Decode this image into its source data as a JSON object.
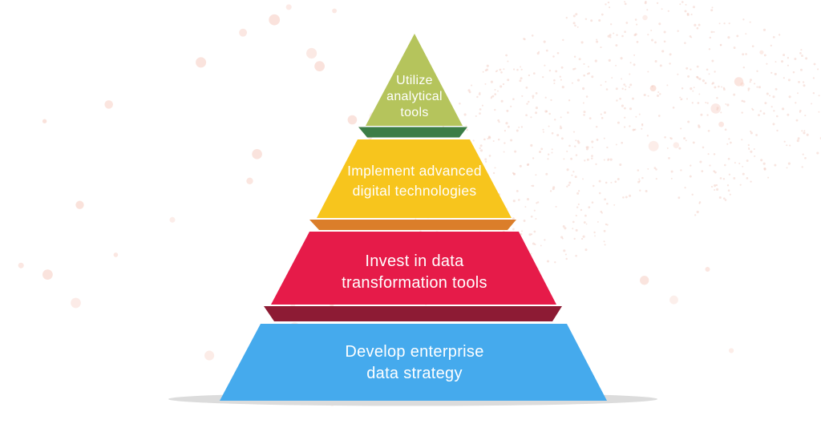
{
  "page": {
    "background_color": "#ffffff"
  },
  "decor": {
    "dot_color": "#f6c9bd",
    "swirl_dot_color": "#f3cfc6",
    "shadow_color": "#dcdcdc"
  },
  "pyramid": {
    "levels": [
      {
        "position": "top",
        "label": "Utilize\nanalytical\ntools",
        "face_color": "#b5c45c",
        "edge_color": "#3c7d46"
      },
      {
        "position": "second",
        "label": "Implement advanced\ndigital technologies",
        "face_color": "#f7c51d",
        "edge_color": "#db7e2a"
      },
      {
        "position": "third",
        "label": "Invest in data\ntransformation tools",
        "face_color": "#e61b49",
        "edge_color": "#8d1b34"
      },
      {
        "position": "bottom",
        "label": "Develop enterprise\ndata strategy",
        "face_color": "#45aaed",
        "edge_color": ""
      }
    ]
  }
}
